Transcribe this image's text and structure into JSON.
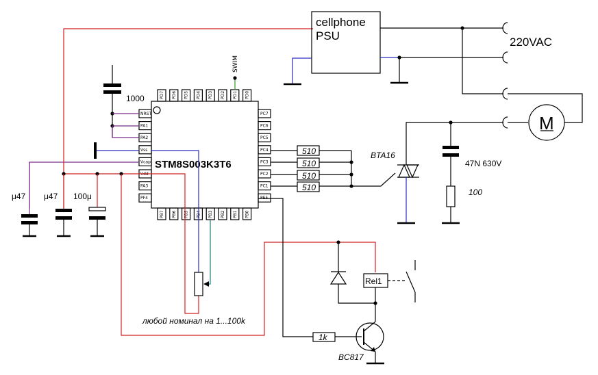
{
  "mcu": {
    "name": "STM8S003K3T6",
    "pins_top": [
      "PD7",
      "PD6",
      "PD5",
      "PD4",
      "PD3",
      "PD2",
      "PD1",
      "PD0"
    ],
    "pins_left": [
      "NRST",
      "PA1",
      "PA2",
      "Vss",
      "Vcap",
      "Vdd",
      "PA3",
      "PF4"
    ],
    "pins_right": [
      "PC7",
      "PC6",
      "PC5",
      "PC4",
      "PC3",
      "PC2",
      "PC1",
      "PE5"
    ],
    "pins_bottom": [
      "PB7",
      "PB6",
      "PB5",
      "PB4",
      "PB3",
      "PB2",
      "PB1",
      "PB0"
    ]
  },
  "labels": {
    "swim": "SWIM",
    "psu_line1": "cellphone",
    "psu_line2": "PSU",
    "mains": "220VAC",
    "motor": "M",
    "cap_reset": "1000",
    "cap1": "μ47",
    "cap2": "μ47",
    "cap3": "100μ",
    "r_pc4": "510",
    "r_pc3": "510",
    "r_pc2": "510",
    "r_pc1": "510",
    "triac": "BTA16",
    "snubber_cap": "47N 630V",
    "snubber_res": "100",
    "relay": "Rel1",
    "base_res": "1k",
    "transistor": "BC817",
    "pot_note": "любой номинал на 1...100k"
  },
  "colors": {
    "wire": "#000000",
    "vdd": "#d42020",
    "gnd": "#2a2ac0",
    "vcap": "#7a2a8a",
    "pot_wiper": "#208080",
    "swim": "#2a9a2a"
  }
}
